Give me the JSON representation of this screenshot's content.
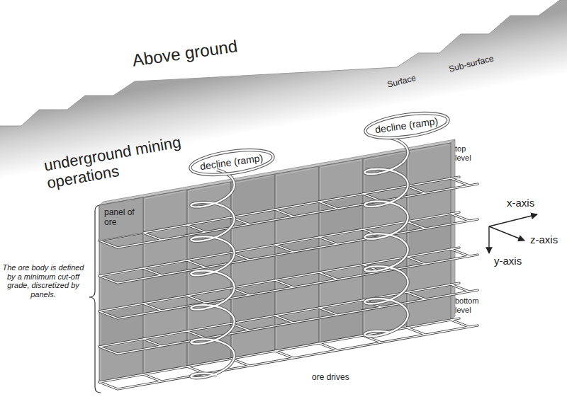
{
  "diagram": {
    "nodes": [
      {
        "text": [
          "panel of ore"
        ]
      },
      {
        "text": [
          "decline (ramp)"
        ]
      },
      {
        "text": [
          "decline (ramp)"
        ]
      }
    ],
    "labels": [
      "Above ground",
      "Surface",
      "Sub-surface",
      "underground mining operations",
      "top level",
      "bottom level",
      "The ore body is defined by a minimum cut-off grade, discretized by panels.",
      "x-axis",
      "z-axis",
      "y-axis",
      "ore drives"
    ]
  }
}
